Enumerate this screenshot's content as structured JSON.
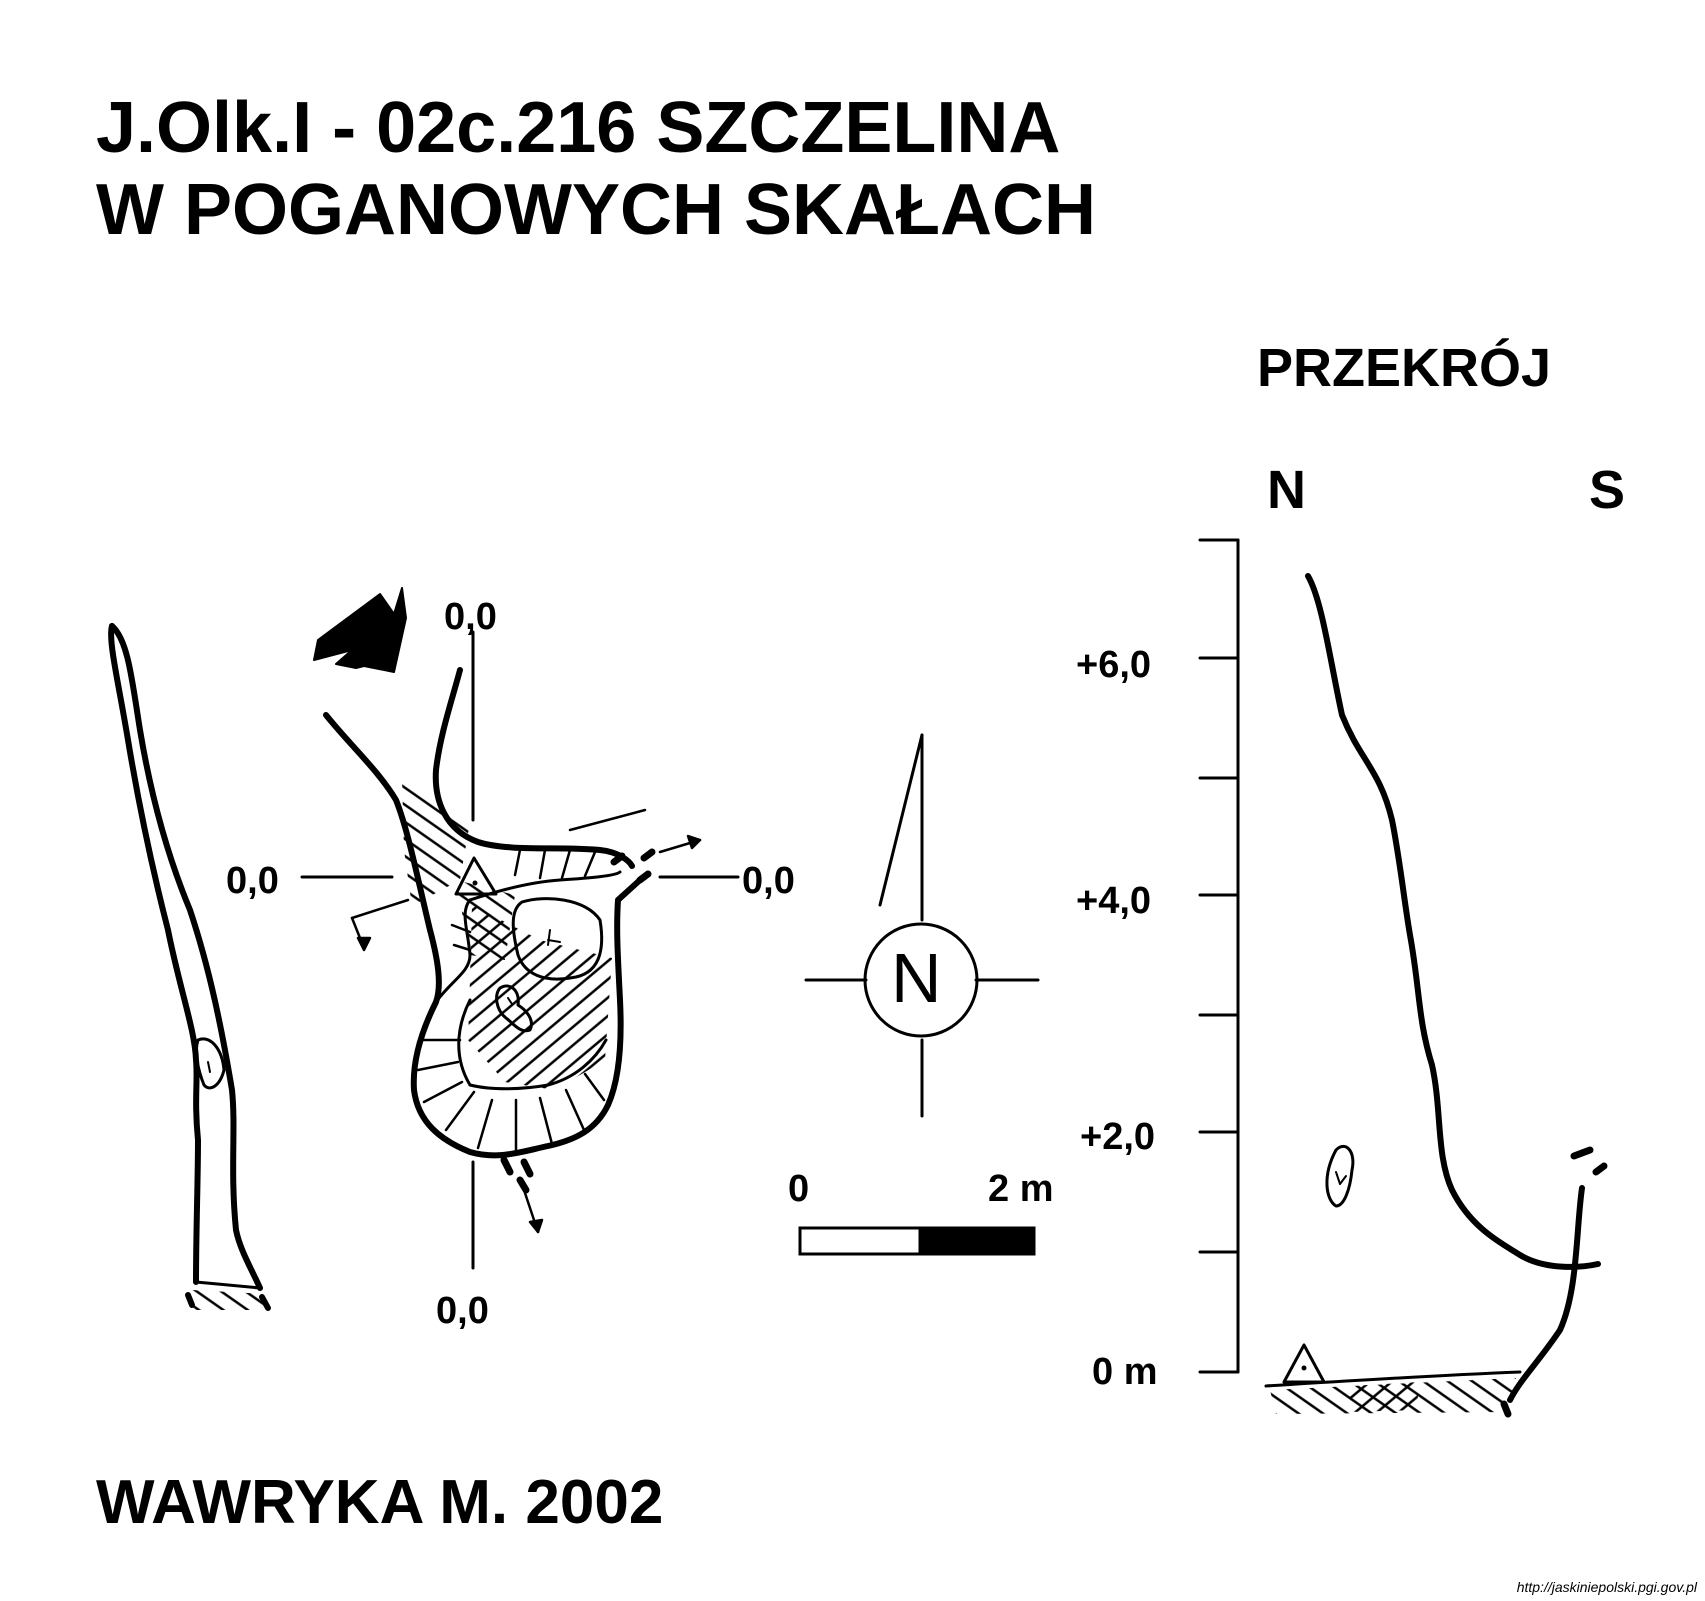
{
  "title": {
    "line1": "J.Olk.I - 02c.216  SZCZELINA",
    "line2": "W POGANOWYCH SKAŁACH"
  },
  "plan": {
    "axis_labels": {
      "top": "0,0",
      "left": "0,0",
      "right": "0,0",
      "bottom": "0,0"
    }
  },
  "north_arrow": {
    "letter": "N"
  },
  "scale_bar": {
    "start": "0",
    "end": "2 m"
  },
  "section": {
    "heading": "PRZEKRÓJ",
    "dir_left": "N",
    "dir_right": "S",
    "elevations": [
      "+6,0",
      "+4,0",
      "+2,0",
      "0 m"
    ]
  },
  "author": "WAWRYKA M. 2002",
  "source_url": "http://jaskiniepolski.pgi.gov.pl",
  "colors": {
    "ink": "#000000",
    "paper": "#ffffff"
  }
}
